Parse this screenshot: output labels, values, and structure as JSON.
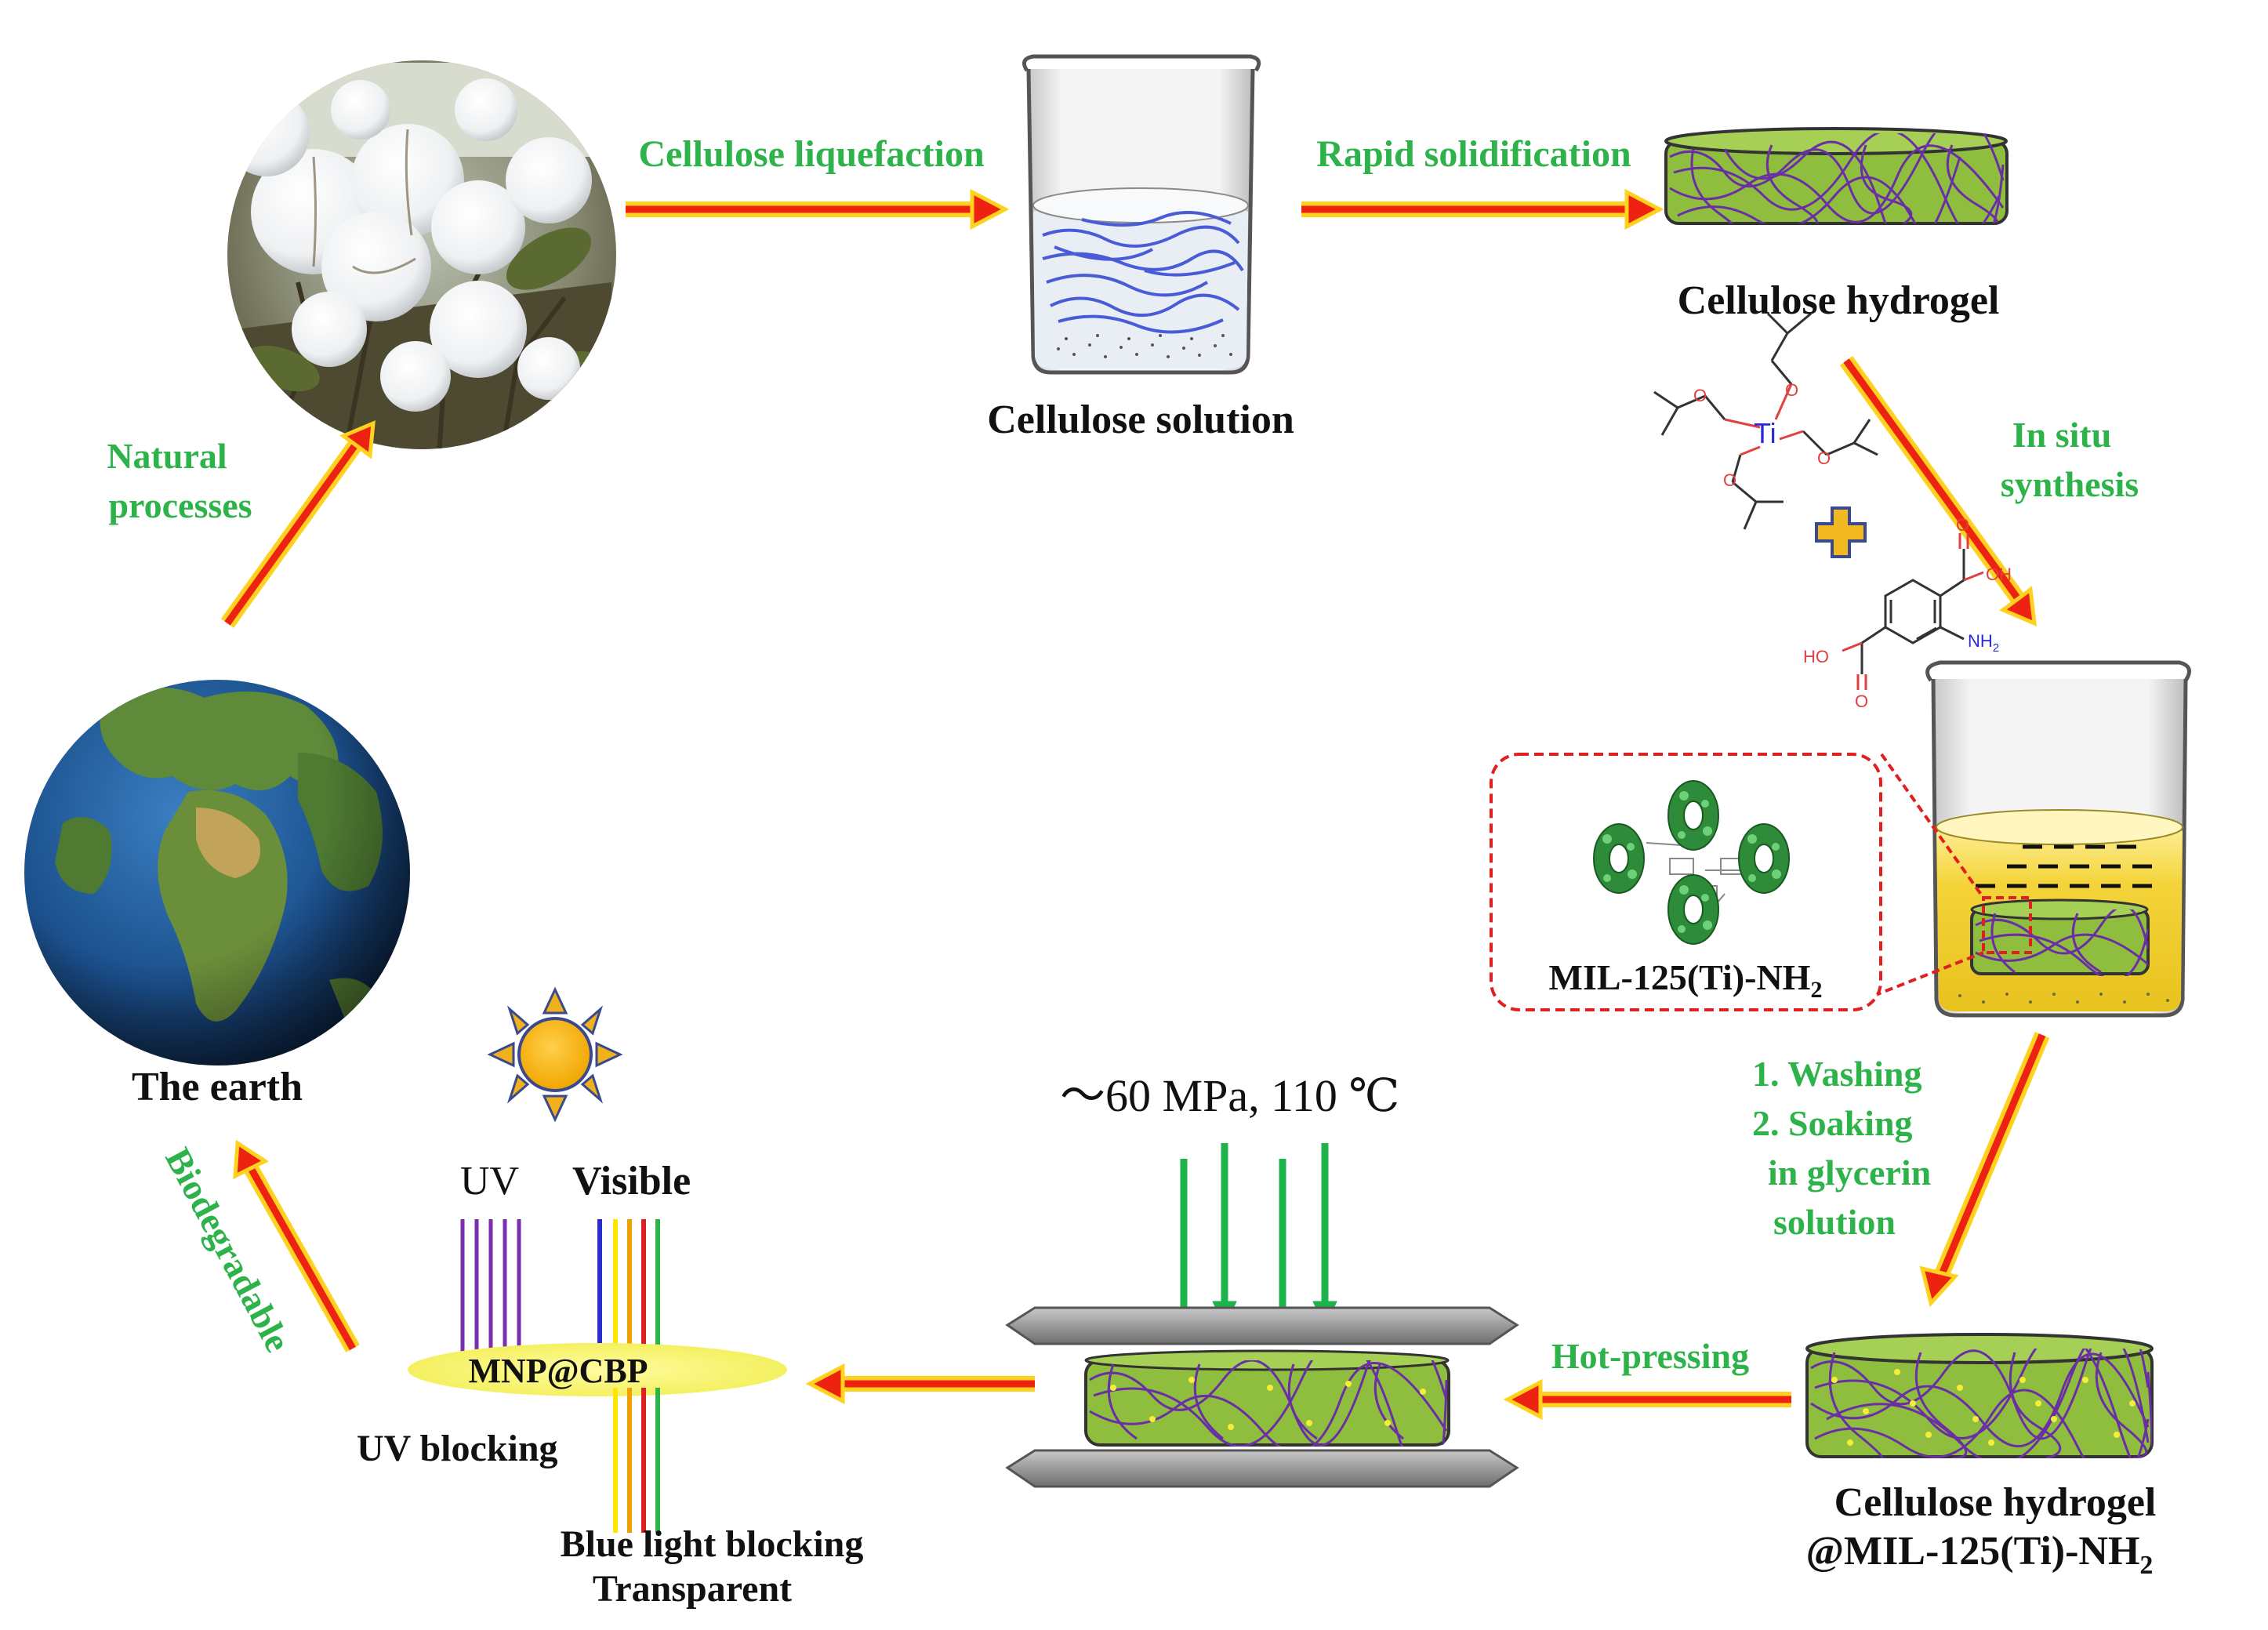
{
  "labels": {
    "cellulose_liquefaction": "Cellulose liquefaction",
    "rapid_solidification": "Rapid solidification",
    "cellulose_solution": "Cellulose solution",
    "cellulose_hydrogel": "Cellulose hydrogel",
    "in_situ": "In situ",
    "synthesis": "synthesis",
    "natural": "Natural",
    "processes": "processes",
    "the_earth": "The earth",
    "mil_name": "MIL-125(Ti)-NH",
    "mil_sub": "2",
    "washing": "1. Washing",
    "soaking": "2. Soaking",
    "in_glycerin": "in glycerin",
    "solution": "solution",
    "pressure": "～60 MPa, 110 ℃",
    "hot_pressing": "Hot-pressing",
    "hydrogel_mil_line1": "Cellulose hydrogel",
    "hydrogel_mil_line2": "@MIL-125(Ti)-NH",
    "hydrogel_mil_sub": "2",
    "biodegradable": "Biodegradable",
    "uv": "UV",
    "visible": "Visible",
    "mnp_cbp": "MNP@CBP",
    "uv_blocking": "UV blocking",
    "blue_light_blocking": "Blue light blocking",
    "transparent": "Transparent"
  },
  "chem": {
    "ti": "Ti",
    "o": "O",
    "oh": "OH",
    "ho": "HO",
    "nh2": "NH",
    "nh2_sub": "2"
  },
  "colors": {
    "arrow_outer": "#ffd21f",
    "arrow_inner": "#ee2211",
    "label_green": "#2db34a",
    "gel_green": "#8fbd3e",
    "fiber_purple": "#6a2ea5",
    "liquid_yellow": "#f2d233",
    "press_green": "#1db34a"
  }
}
